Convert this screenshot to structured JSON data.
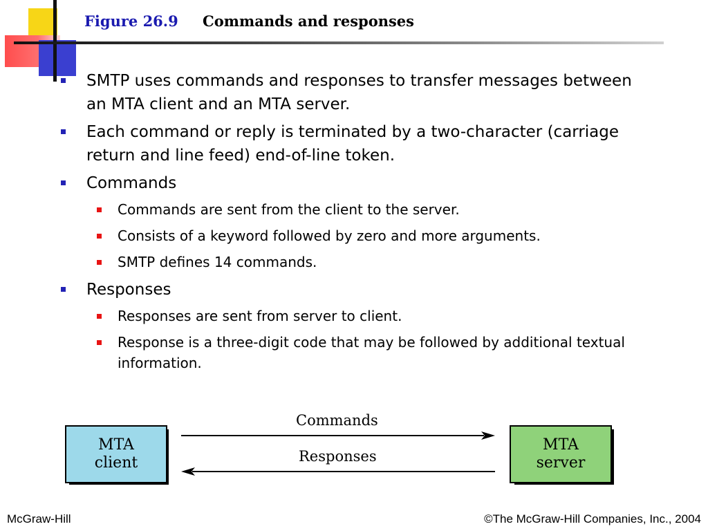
{
  "title": {
    "figure": "Figure 26.9",
    "caption": "Commands and responses"
  },
  "bullets": [
    {
      "level": 1,
      "text": "SMTP uses commands and responses to transfer messages between an MTA client and an MTA server."
    },
    {
      "level": 1,
      "text": "Each command or reply is terminated by a two-character (carriage return and line feed) end-of-line token."
    },
    {
      "level": 1,
      "text": "Commands"
    },
    {
      "level": 2,
      "text": "Commands are sent from the client to the server."
    },
    {
      "level": 2,
      "text": "Consists of a keyword followed by zero and more arguments."
    },
    {
      "level": 2,
      "text": "SMTP defines 14 commands."
    },
    {
      "level": 1,
      "text": "Responses"
    },
    {
      "level": 2,
      "text": "Responses are sent from server to client."
    },
    {
      "level": 2,
      "text": "Response is a three-digit code that may be followed by additional textual information."
    }
  ],
  "diagram": {
    "client": {
      "line1": "MTA",
      "line2": "client",
      "color": "#9dd9ea"
    },
    "server": {
      "line1": "MTA",
      "line2": "server",
      "color": "#8fd27a"
    },
    "commands_label": "Commands",
    "responses_label": "Responses"
  },
  "footer": {
    "left": "McGraw-Hill",
    "right": "©The McGraw-Hill Companies, Inc., 2004"
  },
  "colors": {
    "title_blue": "#1a1aaf",
    "bullet_blue": "#2323b5",
    "bullet_red": "#e81414"
  }
}
